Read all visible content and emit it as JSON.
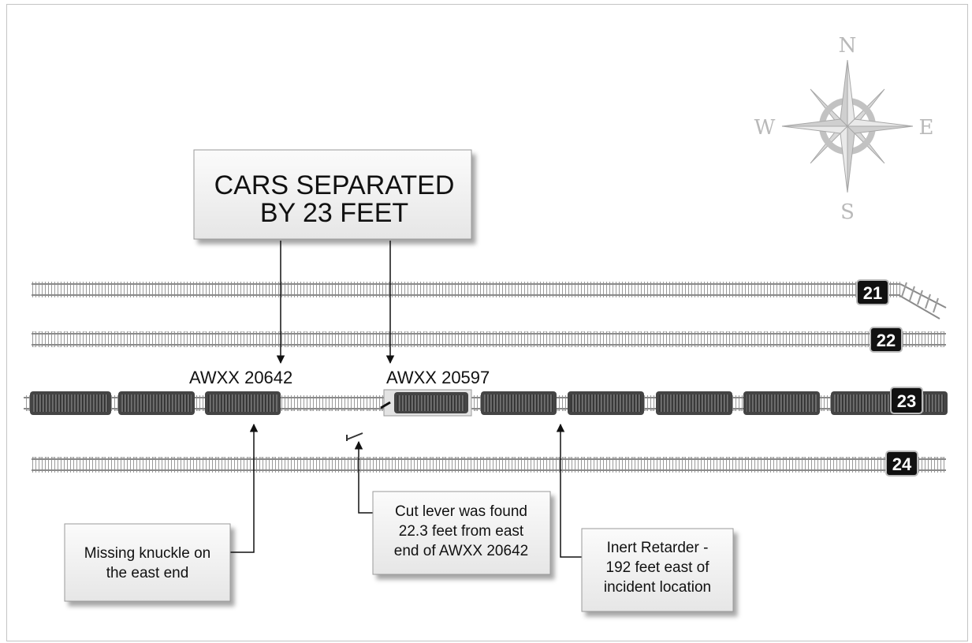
{
  "compass": {
    "north": "N",
    "south": "S",
    "east": "E",
    "west": "W"
  },
  "headline": {
    "line1": "CARS SEPARATED",
    "line2": "BY 23 FEET"
  },
  "tracks": [
    {
      "number": "21"
    },
    {
      "number": "22"
    },
    {
      "number": "23"
    },
    {
      "number": "24"
    }
  ],
  "car_labels": {
    "car_a": "AWXX 20642",
    "car_b": "AWXX 20597"
  },
  "callouts": {
    "knuckle": {
      "line1": "Missing knuckle on",
      "line2": "the east end"
    },
    "cut_lever": {
      "line1": "Cut lever was found",
      "line2": "22.3 feet from east",
      "line3": "end of AWXX 20642"
    },
    "retarder": {
      "line1": "Inert Retarder -",
      "line2": "192 feet east of",
      "line3": "incident location"
    }
  },
  "colors": {
    "rail": "#8a8a8a",
    "tie": "#bdbdbd",
    "car_body": "#5e5e5e",
    "track_badge": "#111111",
    "compass": "#bdbdbd",
    "box_fill": "#f0f0f0"
  }
}
